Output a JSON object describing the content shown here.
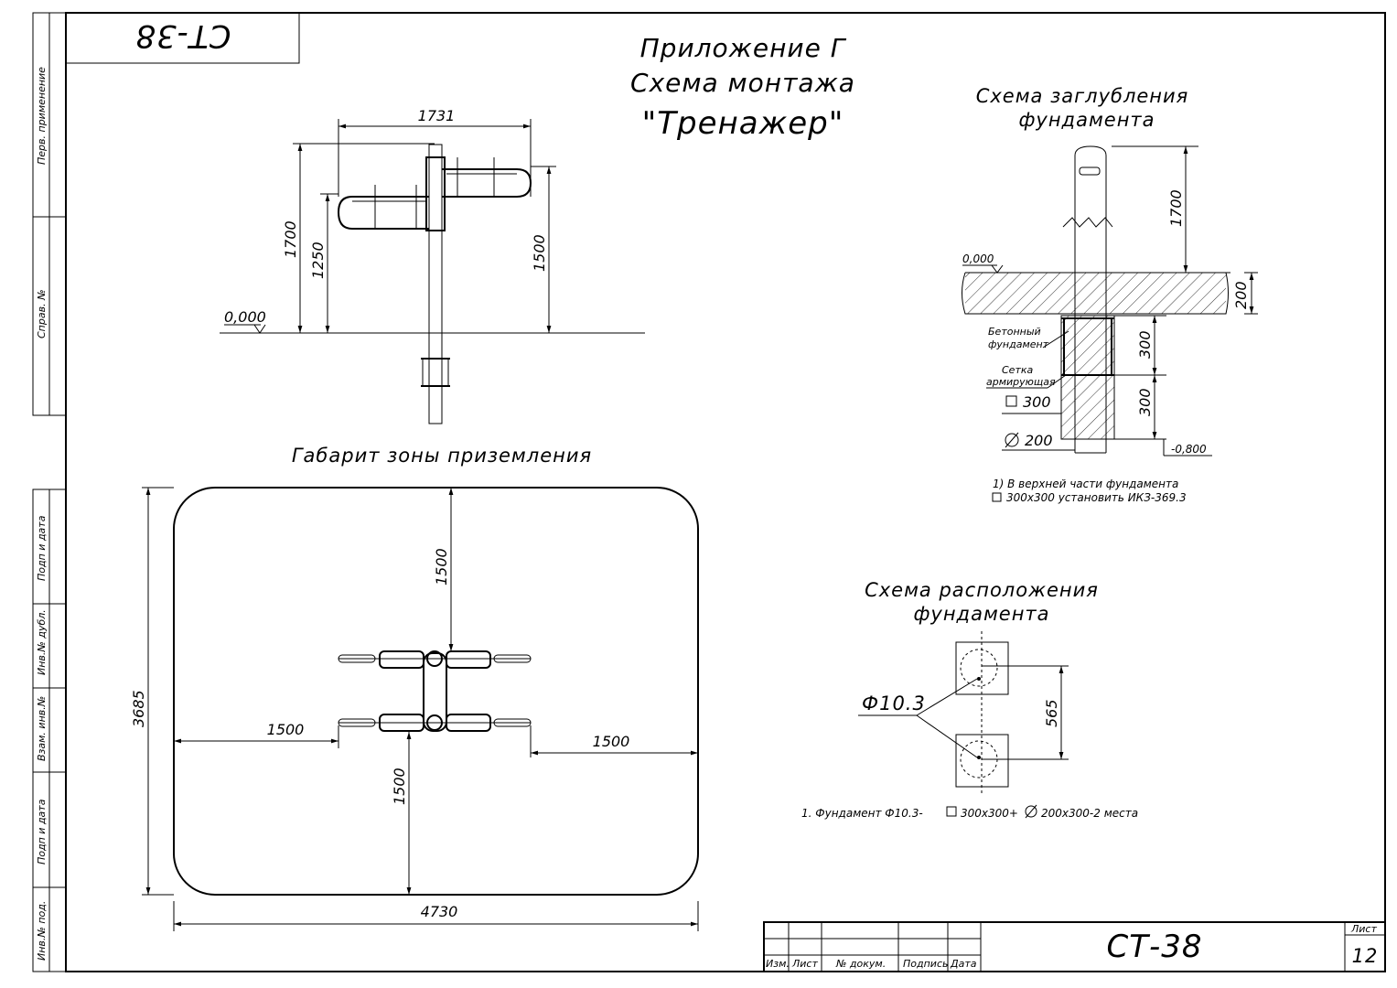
{
  "header": {
    "code_box": "СТ-38",
    "title_line1": "Приложение Г",
    "title_line2": "Схема монтажа",
    "title_line3": "\"Тренажер\""
  },
  "side_strip": {
    "top": [
      "Перв. применение",
      "Справ. №"
    ],
    "bottom": [
      "Подп и дата",
      "Инв.№ дубл.",
      "Взам. инв.№",
      "Подп и дата",
      "Инв.№ под."
    ]
  },
  "elevation": {
    "width_dim": "1731",
    "height_dims": [
      "1700",
      "1250",
      "1500"
    ],
    "level": "0,000"
  },
  "landing_zone": {
    "title": "Габарит зоны приземления",
    "dims": {
      "top": "1500",
      "left": "1500",
      "right": "1500",
      "bottom": "1500",
      "height": "3685",
      "width": "4730"
    }
  },
  "foundation_depth": {
    "title_line1": "Схема заглубления",
    "title_line2": "фундамента",
    "dims": {
      "post": "1700",
      "soil": "200",
      "upper": "300",
      "lower": "300"
    },
    "level_top": "0,000",
    "level_bottom": "-0,800",
    "label_concrete_1": "Бетонный",
    "label_concrete_2": "фундамент",
    "label_mesh_1": "Сетка",
    "label_mesh_2": "армирующая",
    "square_size": "300",
    "diameter": "200",
    "note_line1": "1) В верхней части фундамента",
    "note_line2": "300х300 установить ИКЗ-369.3"
  },
  "foundation_layout": {
    "title_line1": "Схема расположения",
    "title_line2": "фундамента",
    "label": "Ф10.3",
    "spacing": "565",
    "note_prefix": "1. Фундамент Ф10.3-",
    "note_mid1": "300х300+",
    "note_mid2": "200х300-2 места"
  },
  "title_block": {
    "columns": [
      "Изм.",
      "Лист",
      "№ докум.",
      "Подпись",
      "Дата"
    ],
    "code": "СТ-38",
    "sheet_label": "Лист",
    "sheet_number": "12"
  }
}
